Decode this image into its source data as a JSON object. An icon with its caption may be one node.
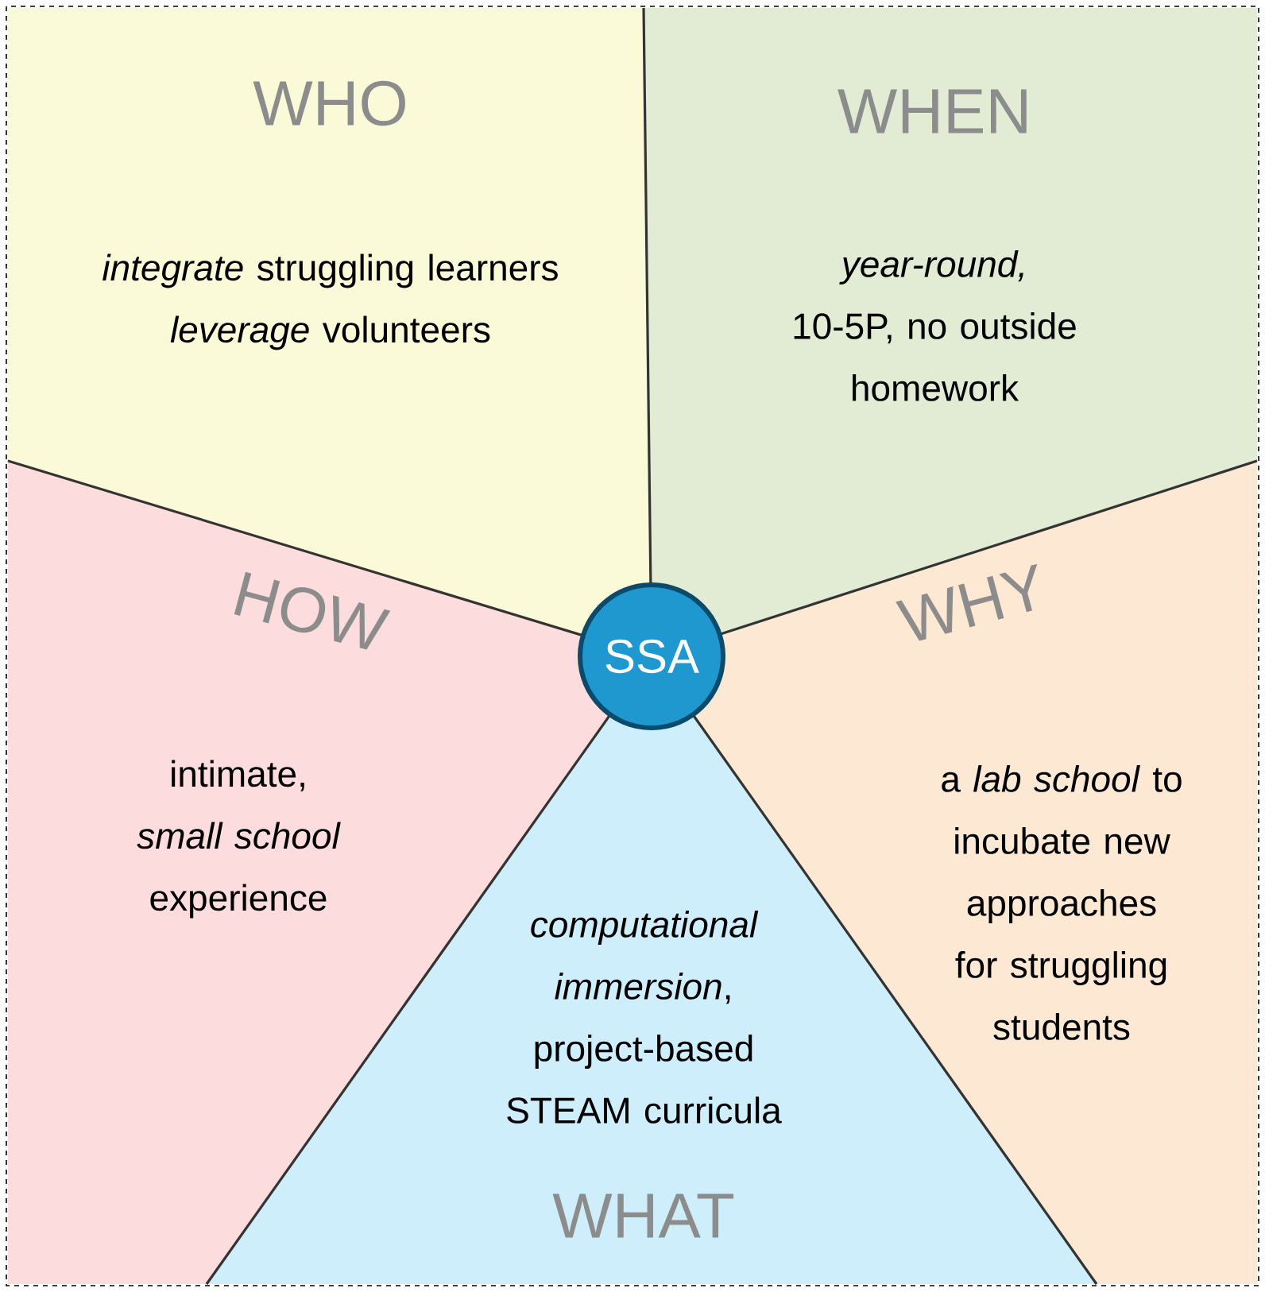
{
  "diagram": {
    "nodes": [
      {
        "text": [
          "WHO",
          "*integrate* struggling learners *leverage* volunteers"
        ]
      },
      {
        "text": [
          "WHEN",
          "*year-round,* 10-5P, no outside homework"
        ]
      },
      {
        "text": [
          "HOW",
          "intimate, *small school* experience"
        ]
      },
      {
        "text": [
          "SSA"
        ]
      },
      {
        "text": [
          "WHY",
          "a *lab school* to incubate new approaches for struggling students"
        ]
      },
      {
        "text": [
          "*computational immersion*, project-based STEAM curricula",
          "WHAT"
        ]
      }
    ]
  }
}
